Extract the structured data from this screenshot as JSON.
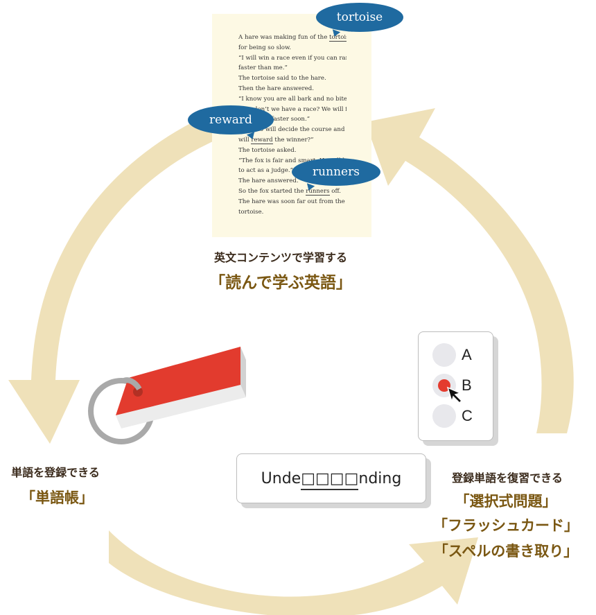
{
  "story": {
    "lines": [
      [
        "A hare was making fun of the ",
        "tortoise",
        ""
      ],
      [
        "for being so slow.",
        "",
        ""
      ],
      [
        "“I will win a race even if you can ran",
        "",
        ""
      ],
      [
        "faster than me.”",
        "",
        ""
      ],
      [
        "The tortoise said to the hare.",
        "",
        ""
      ],
      [
        "Then the hare answered.",
        "",
        ""
      ],
      [
        "“I know you are all bark and no bite.",
        "",
        ""
      ],
      [
        "Why don’t we have a race? We will find",
        "",
        ""
      ],
      [
        "out who is faster soon.”",
        "",
        ""
      ],
      [
        "But who will decide the course and who",
        "",
        ""
      ],
      [
        "will ",
        "reward",
        " the winner?”"
      ],
      [
        "The tortoise asked.",
        "",
        ""
      ],
      [
        "“The fox is fair and smart. He will be",
        "",
        ""
      ],
      [
        "to act as a judge.”",
        "",
        ""
      ],
      [
        "The hare answered.",
        "",
        ""
      ],
      [
        "So the fox started the ",
        "runners",
        " off."
      ],
      [
        "The hare was soon far out from the",
        "",
        ""
      ],
      [
        "tortoise.",
        "",
        ""
      ]
    ]
  },
  "bubbles": {
    "tortoise": "tortoise",
    "reward": "reward",
    "runners": "runners"
  },
  "read": {
    "caption": "英文コンテンツで学習する",
    "title": "「読んで学ぶ英語」"
  },
  "vocab": {
    "caption": "単語を登録できる",
    "title": "「単語帳」"
  },
  "review": {
    "caption": "登録単語を復習できる",
    "titles": [
      "「選択式問題」",
      "「フラッシュカード」",
      "「スペルの書き取り」"
    ]
  },
  "quiz": {
    "options": [
      "A",
      "B",
      "C"
    ],
    "selected": "B"
  },
  "spelling": {
    "prefix": "Unde",
    "blanks": "□□□□",
    "suffix": "nding"
  },
  "colors": {
    "arrow": "#efe1b9",
    "bubble": "#1f6aa0",
    "accent_text": "#7a5712",
    "caption_text": "#3b2b1c",
    "card_red": "#e43b2e",
    "paper": "#fdf9e4"
  }
}
